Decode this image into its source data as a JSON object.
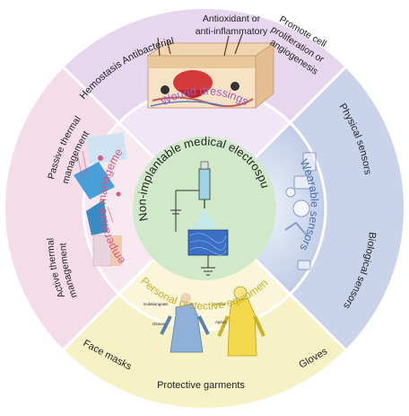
{
  "center": {
    "title": "Non-implantable medical electrospun nanofibers"
  },
  "segments": {
    "wound": {
      "title": "Wound dressings",
      "items": [
        "Hemostasis",
        "Antibacterial",
        "Antioxidant or",
        "anti-inflammatory",
        "Promote cell",
        "proliferation or",
        "angiogenesis"
      ]
    },
    "sensors": {
      "title": "Wearable sensors",
      "items": [
        "Physical sensors",
        "Biological sensors"
      ]
    },
    "ppe": {
      "title": "Personal protective equipment",
      "items": [
        "Face masks",
        "Protective garments",
        "Gloves"
      ],
      "figure_labels": [
        "Isolationgown",
        "Gloves",
        "coverall",
        "Apron"
      ]
    },
    "thermal": {
      "title": "Temperature management",
      "items": [
        "Passive thermal",
        "management",
        "Active thermal",
        "management"
      ]
    }
  },
  "colors": {
    "wound": "#e6d7ee",
    "wound_inner": "#f1e6f5",
    "sensors": "#c9d3ea",
    "sensors_inner": "#dbe2f1",
    "ppe": "#f7f1c6",
    "ppe_inner": "#fbf6da",
    "thermal": "#f4dde8",
    "thermal_inner": "#f8e8ef",
    "center": "#cfe9c9",
    "wound_title": "#a05cc0",
    "sensors_title": "#4a6fa8",
    "ppe_title": "#c9b02a",
    "thermal_title": "#d9577a"
  }
}
